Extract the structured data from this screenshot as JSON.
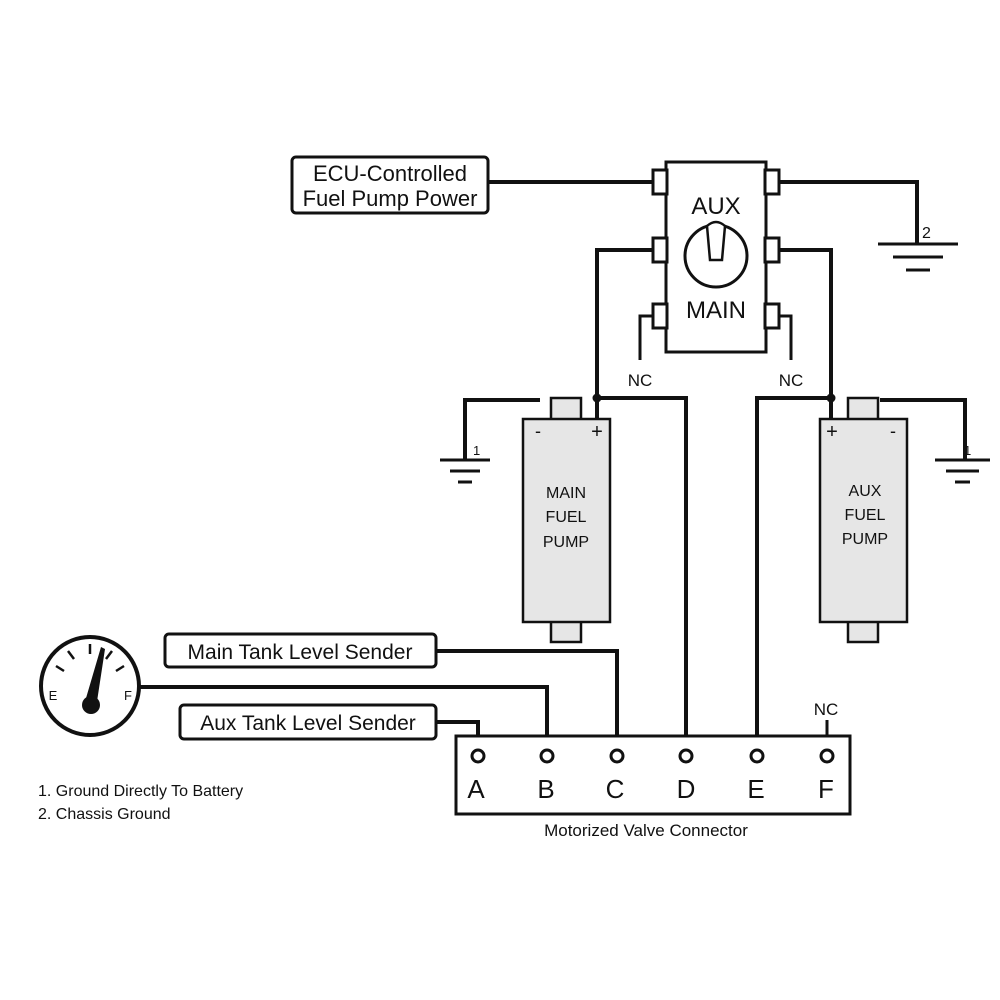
{
  "labels": {
    "ecu_line1": "ECU-Controlled",
    "ecu_line2": "Fuel Pump Power",
    "main_sender": "Main Tank Level Sender",
    "aux_sender": "Aux Tank Level Sender",
    "connector": "Motorized Valve Connector"
  },
  "switch": {
    "top": "AUX",
    "bottom": "MAIN",
    "nc_left": "NC",
    "nc_right": "NC"
  },
  "grounds": {
    "chassis": "2",
    "main_pump_ground": "1",
    "aux_pump_ground": "1"
  },
  "main_pump": {
    "line1": "MAIN",
    "line2": "FUEL",
    "line3": "PUMP",
    "neg": "-",
    "pos": "+"
  },
  "aux_pump": {
    "line1": "AUX",
    "line2": "FUEL",
    "line3": "PUMP",
    "neg": "-",
    "pos": "+"
  },
  "gauge": {
    "empty": "E",
    "full": "F"
  },
  "connector_pins": {
    "a": "A",
    "b": "B",
    "c": "C",
    "d": "D",
    "e": "E",
    "f": "F",
    "nc": "NC"
  },
  "notes": {
    "note1": "1. Ground Directly To Battery",
    "note2": "2. Chassis Ground"
  }
}
